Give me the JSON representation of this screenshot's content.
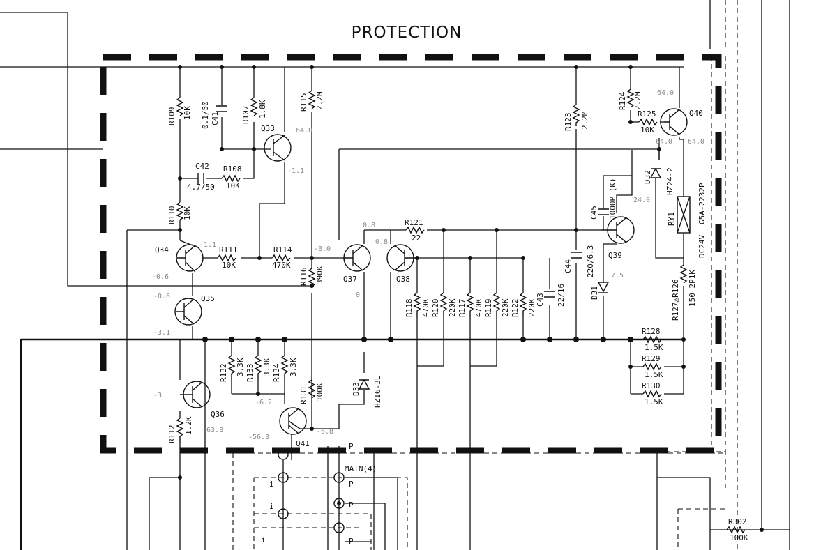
{
  "title": "PROTECTION",
  "resistors": {
    "r109": "R109",
    "r109_val": "10K",
    "r107": "R107",
    "r107_val": "1.8K",
    "r115": "R115",
    "r115_val": "2.2M",
    "r108": "R108",
    "r108_val": "10K",
    "r110": "R110",
    "r110_val": "10K",
    "r111": "R111",
    "r111_val": "10K",
    "r114": "R114",
    "r114_val": "470K",
    "r116": "R116",
    "r116_val": "390K",
    "r121": "R121",
    "r121_val": "22",
    "r123": "R123",
    "r123_val": "2.2M",
    "r124": "R124",
    "r124_val": "2.2M",
    "r125": "R125",
    "r125_val": "10K",
    "r118": "R118",
    "r118_val": "470K",
    "r120": "R120",
    "r120_val": "220K",
    "r117": "R117",
    "r117_val": "470K",
    "r119": "R119",
    "r119_val": "220K",
    "r122": "R122",
    "r122_val": "220K",
    "r126": "R127△R126",
    "r126_val": "150 2P1K",
    "r128": "R128",
    "r128_val": "1.5K",
    "r129": "R129",
    "r129_val": "1.5K",
    "r130": "R130",
    "r130_val": "1.5K",
    "r132": "R132",
    "r132_val": "3.3K",
    "r133": "R133",
    "r133_val": "3.3K",
    "r134": "R134",
    "r134_val": "3.3K",
    "r131": "R131",
    "r131_val": "100K",
    "r112": "R112",
    "r112_val": "1.2K",
    "r302": "R302",
    "r302_val": "100K"
  },
  "capacitors": {
    "c41": "C41",
    "c41_val": "0.1/50",
    "c42": "C42",
    "c42_val": "4.7/50",
    "c43": "C43",
    "c43_val": "22/16",
    "c44": "C44",
    "c44_val": "220/6.3",
    "c45": "C45",
    "c45_val": "1000P (K)"
  },
  "transistors": {
    "q33": "Q33",
    "q34": "Q34",
    "q35": "Q35",
    "q36": "Q36",
    "q37": "Q37",
    "q38": "Q38",
    "q39": "Q39",
    "q40": "Q40",
    "q41": "Q41"
  },
  "diodes": {
    "d31": "D31",
    "d32": "D32",
    "d32_val": "HZ24-2",
    "d33": "D33",
    "d33_val": "HZ16-3L"
  },
  "relay": {
    "name": "RY1",
    "part": "G5A-2232P",
    "coil": "DC24V"
  },
  "connector": {
    "name": "MAIN(4)",
    "pin_p": "P",
    "pin_i": "i"
  },
  "voltages": {
    "q33_c": "64.0",
    "q33_e": "-1.1",
    "q40_a": "64.0",
    "q40_b": "64.0",
    "q40_c": "64.0",
    "q34_b": "-1.1",
    "q34_e": "-0.6",
    "q35_b": "-0.6",
    "q35_e": "-3.1",
    "q37_b": "-8.0",
    "q37_e": "0.8",
    "q38_b": "0.8",
    "q38_e": "0",
    "q39": "7.5",
    "d32": "24.0",
    "q36_b": "-3",
    "q36_e": "-63.8",
    "q41_b": "-6.2",
    "q41_c": "-56.3",
    "q41_e": "-6.8"
  }
}
